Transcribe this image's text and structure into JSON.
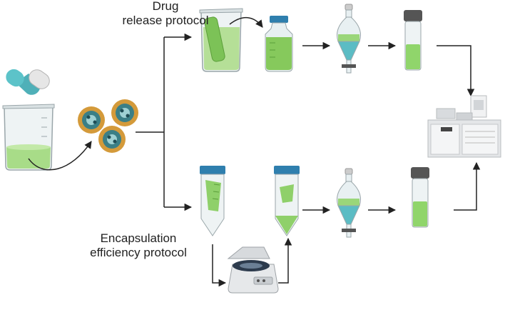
{
  "labels": {
    "drug_line1": "Drug",
    "drug_line2": "release protocol",
    "encap_line1": "Encapsulation",
    "encap_line2": "efficiency protocol"
  },
  "colors": {
    "liquid_green": "#8fd06a",
    "liquid_green_dark": "#5fae3c",
    "teal": "#5bbcc4",
    "cap_blue": "#2f7fae",
    "vial_cap": "#555555",
    "glass": "#e8f0f2",
    "line": "#222222"
  }
}
